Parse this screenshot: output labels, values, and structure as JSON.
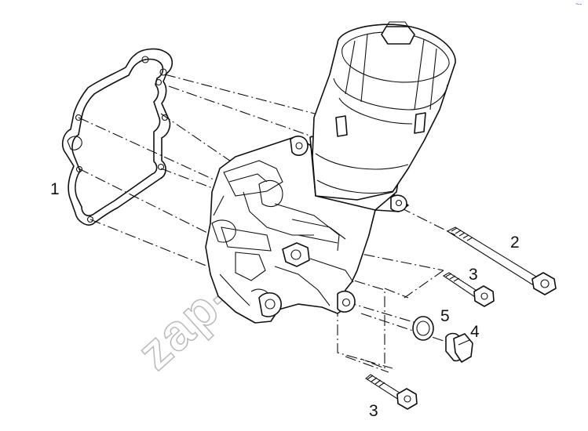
{
  "callouts": {
    "c1": "1",
    "c2": "2",
    "c3a": "3",
    "c4": "4",
    "c5": "5",
    "c3b": "3"
  },
  "watermark": "zap-kem.ru",
  "corner_mark": "~-",
  "colors": {
    "line": "#111111",
    "watermark": "#b9b9b9",
    "background": "#ffffff"
  }
}
